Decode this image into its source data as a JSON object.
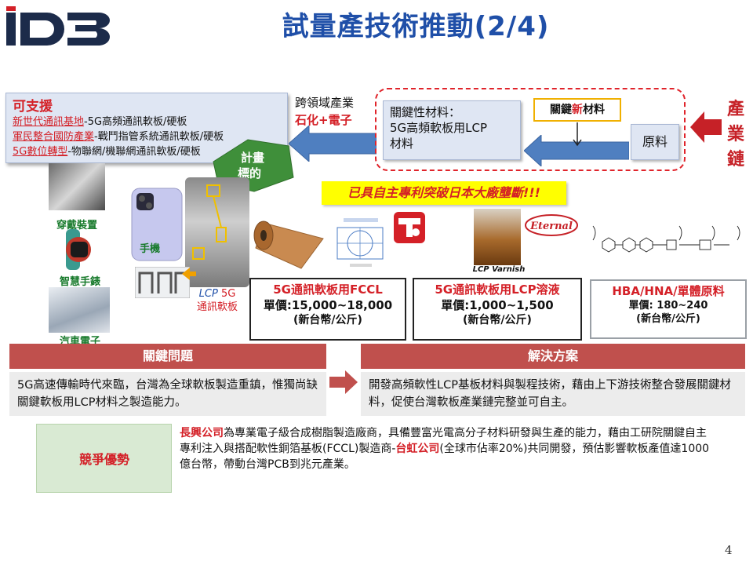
{
  "header": {
    "logo_text": "iD3",
    "title": "試量產技術推動(2/4)"
  },
  "support": {
    "title": "可支援",
    "lines": [
      {
        "highlight": "新世代通訊基地",
        "rest": "-5G高頻通訊軟板/硬板"
      },
      {
        "highlight": "軍民整合國防產業",
        "rest": "-戰鬥指管系統通訊軟板/硬板"
      },
      {
        "highlight": "5G數位轉型",
        "rest": "-物聯網/機聯網通訊軟板/硬板"
      }
    ]
  },
  "cross_domain": {
    "line1": "跨領域產業",
    "line2": "石化+電子"
  },
  "key_material": {
    "line1": "關鍵性材料：",
    "line2": "5G高頻軟板用LCP",
    "line3": "材料"
  },
  "key_new_material": {
    "prefix": "關鍵",
    "highlight": "新",
    "suffix": "材料"
  },
  "raw_material": "原料",
  "industry_chain": [
    "產",
    "業",
    "鏈"
  ],
  "plan_badge": [
    "計畫",
    "標的"
  ],
  "patent_banner": "已具自主專利突破日本大廠壟斷!!!",
  "applications": {
    "wearable": "穿戴裝置",
    "watch": "智慧手錶",
    "auto": "汽車電子",
    "phone": "手機",
    "lcp_prefix": "LCP",
    "lcp_suffix": " 5G",
    "lcp_line2": "通訊軟板"
  },
  "diagram_caption": "LCP Varnish",
  "brand_label": "Eternal",
  "prices": [
    {
      "title": "5G通訊軟板用FCCL",
      "price": "單價:15,000~18,000",
      "unit": "(新台幣/公斤)"
    },
    {
      "title": "5G通訊軟板用LCP溶液",
      "price": "單價:1,000~1,500",
      "unit": "(新台幣/公斤)"
    },
    {
      "title": "HBA/HNA/單體原料",
      "price": "單價: 180~240",
      "unit": "(新台幣/公斤)"
    }
  ],
  "problem": {
    "head": "關鍵問題",
    "body": "5G高速傳輸時代來臨，台灣為全球軟板製造重鎮，惟獨尚缺關鍵軟板用LCP材料之製造能力。"
  },
  "solution": {
    "head": "解決方案",
    "body": "開發高頻軟性LCP基板材料與製程技術，藉由上下游技術整合發展關鍵材料，促使台灣軟板產業鏈完整並可自主。"
  },
  "compete": {
    "label": "競爭優勢",
    "company1": "長興公司",
    "text1": "為專業電子級合成樹脂製造廠商，具備豐富光電高分子材料研發與生產的能力，藉由工研院關鍵自主專利注入與搭配軟性銅箔基板(FCCL)製造商-",
    "company2": "台虹公司",
    "text2": "(全球市佔率20%)共同開發，預估影響軟板產值達1000億台幣，帶動台灣PCB到兆元產業。"
  },
  "page_number": "4",
  "colors": {
    "title_blue": "#1f4fa8",
    "accent_red": "#d42027",
    "arrow_blue": "#4f7fc0",
    "badge_green": "#3f8f3a",
    "section_red": "#c0504d"
  }
}
